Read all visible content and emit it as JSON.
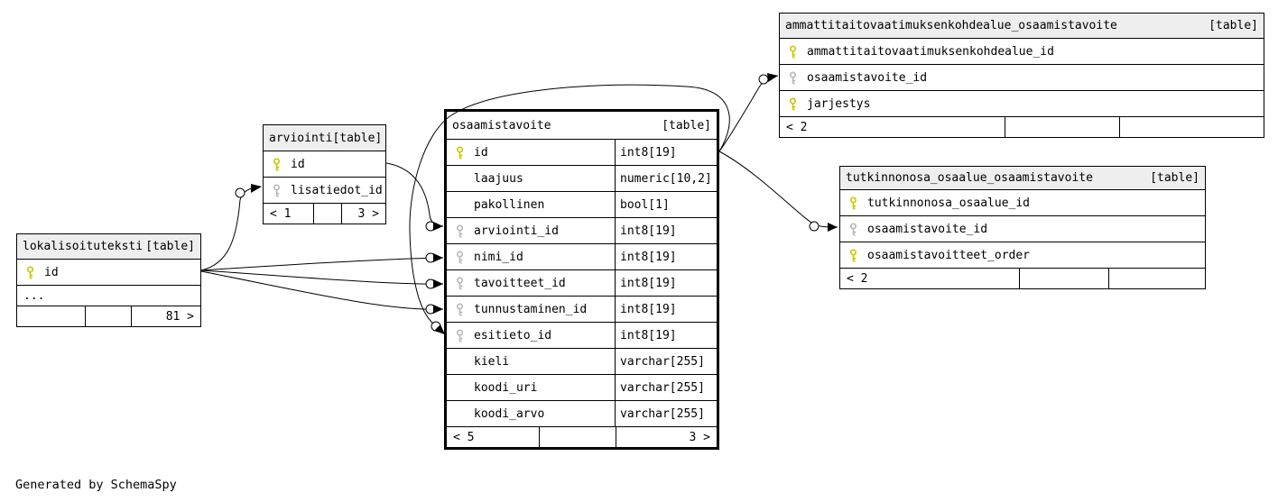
{
  "app": {
    "footer_note": "Generated by SchemaSpy"
  },
  "tables": [
    {
      "id": "ammattitaitovaatimuksenkohdealue_osaamistavoite",
      "title": "ammattitaitovaatimuksenkohdealue_osaamistavoite",
      "badge": "[table]",
      "focus": false,
      "has_types": false,
      "columns": [
        {
          "icon": "primary-key",
          "name": "ammattitaitovaatimuksenkohdealue_id"
        },
        {
          "icon": "foreign-key",
          "name": "osaamistavoite_id"
        },
        {
          "icon": "primary-key",
          "name": "jarjestys"
        }
      ],
      "footer": [
        "< 2",
        "",
        ""
      ]
    },
    {
      "id": "tutkinnonosa_osaalue_osaamistavoite",
      "title": "tutkinnonosa_osaalue_osaamistavoite",
      "badge": "[table]",
      "focus": false,
      "has_types": false,
      "columns": [
        {
          "icon": "primary-key",
          "name": "tutkinnonosa_osaalue_id"
        },
        {
          "icon": "foreign-key",
          "name": "osaamistavoite_id"
        },
        {
          "icon": "primary-key",
          "name": "osaamistavoitteet_order"
        }
      ],
      "footer": [
        "< 2",
        "",
        ""
      ]
    },
    {
      "id": "osaamistavoite",
      "title": "osaamistavoite",
      "badge": "[table]",
      "focus": true,
      "has_types": true,
      "columns": [
        {
          "icon": "primary-key",
          "name": "id",
          "type": "int8[19]"
        },
        {
          "icon": null,
          "name": "laajuus",
          "type": "numeric[10,2]"
        },
        {
          "icon": null,
          "name": "pakollinen",
          "type": "bool[1]"
        },
        {
          "icon": "foreign-key",
          "name": "arviointi_id",
          "type": "int8[19]"
        },
        {
          "icon": "foreign-key",
          "name": "nimi_id",
          "type": "int8[19]"
        },
        {
          "icon": "foreign-key",
          "name": "tavoitteet_id",
          "type": "int8[19]"
        },
        {
          "icon": "foreign-key",
          "name": "tunnustaminen_id",
          "type": "int8[19]"
        },
        {
          "icon": "foreign-key",
          "name": "esitieto_id",
          "type": "int8[19]"
        },
        {
          "icon": null,
          "name": "kieli",
          "type": "varchar[255]"
        },
        {
          "icon": null,
          "name": "koodi_uri",
          "type": "varchar[255]"
        },
        {
          "icon": null,
          "name": "koodi_arvo",
          "type": "varchar[255]"
        }
      ],
      "footer": [
        "< 5",
        "",
        "3 >"
      ]
    },
    {
      "id": "arviointi",
      "title": "arviointi",
      "badge": "[table]",
      "focus": false,
      "has_types": false,
      "columns": [
        {
          "icon": "primary-key",
          "name": "id"
        },
        {
          "icon": "foreign-key",
          "name": "lisatiedot_id"
        }
      ],
      "footer": [
        "< 1",
        "",
        "3 >"
      ]
    },
    {
      "id": "lokalisoituteksti",
      "title": "lokalisoituteksti",
      "badge": "[table]",
      "focus": false,
      "has_types": false,
      "columns": [
        {
          "icon": "primary-key",
          "name": "id"
        },
        {
          "icon": null,
          "name": "...",
          "ellipsis": true
        }
      ],
      "footer": [
        "",
        "",
        "81 >"
      ]
    }
  ],
  "relationships": [
    {
      "from": "lokalisoituteksti.id",
      "to": "arviointi.lisatiedot_id"
    },
    {
      "from": "lokalisoituteksti.id",
      "to": "osaamistavoite.nimi_id"
    },
    {
      "from": "lokalisoituteksti.id",
      "to": "osaamistavoite.tavoitteet_id"
    },
    {
      "from": "lokalisoituteksti.id",
      "to": "osaamistavoite.tunnustaminen_id"
    },
    {
      "from": "arviointi.id",
      "to": "osaamistavoite.arviointi_id"
    },
    {
      "from": "osaamistavoite.id",
      "to": "osaamistavoite.esitieto_id"
    },
    {
      "from": "osaamistavoite.id",
      "to": "ammattitaitovaatimuksenkohdealue_osaamistavoite.osaamistavoite_id"
    },
    {
      "from": "osaamistavoite.id",
      "to": "tutkinnonosa_osaalue_osaamistavoite.osaamistavoite_id"
    }
  ]
}
